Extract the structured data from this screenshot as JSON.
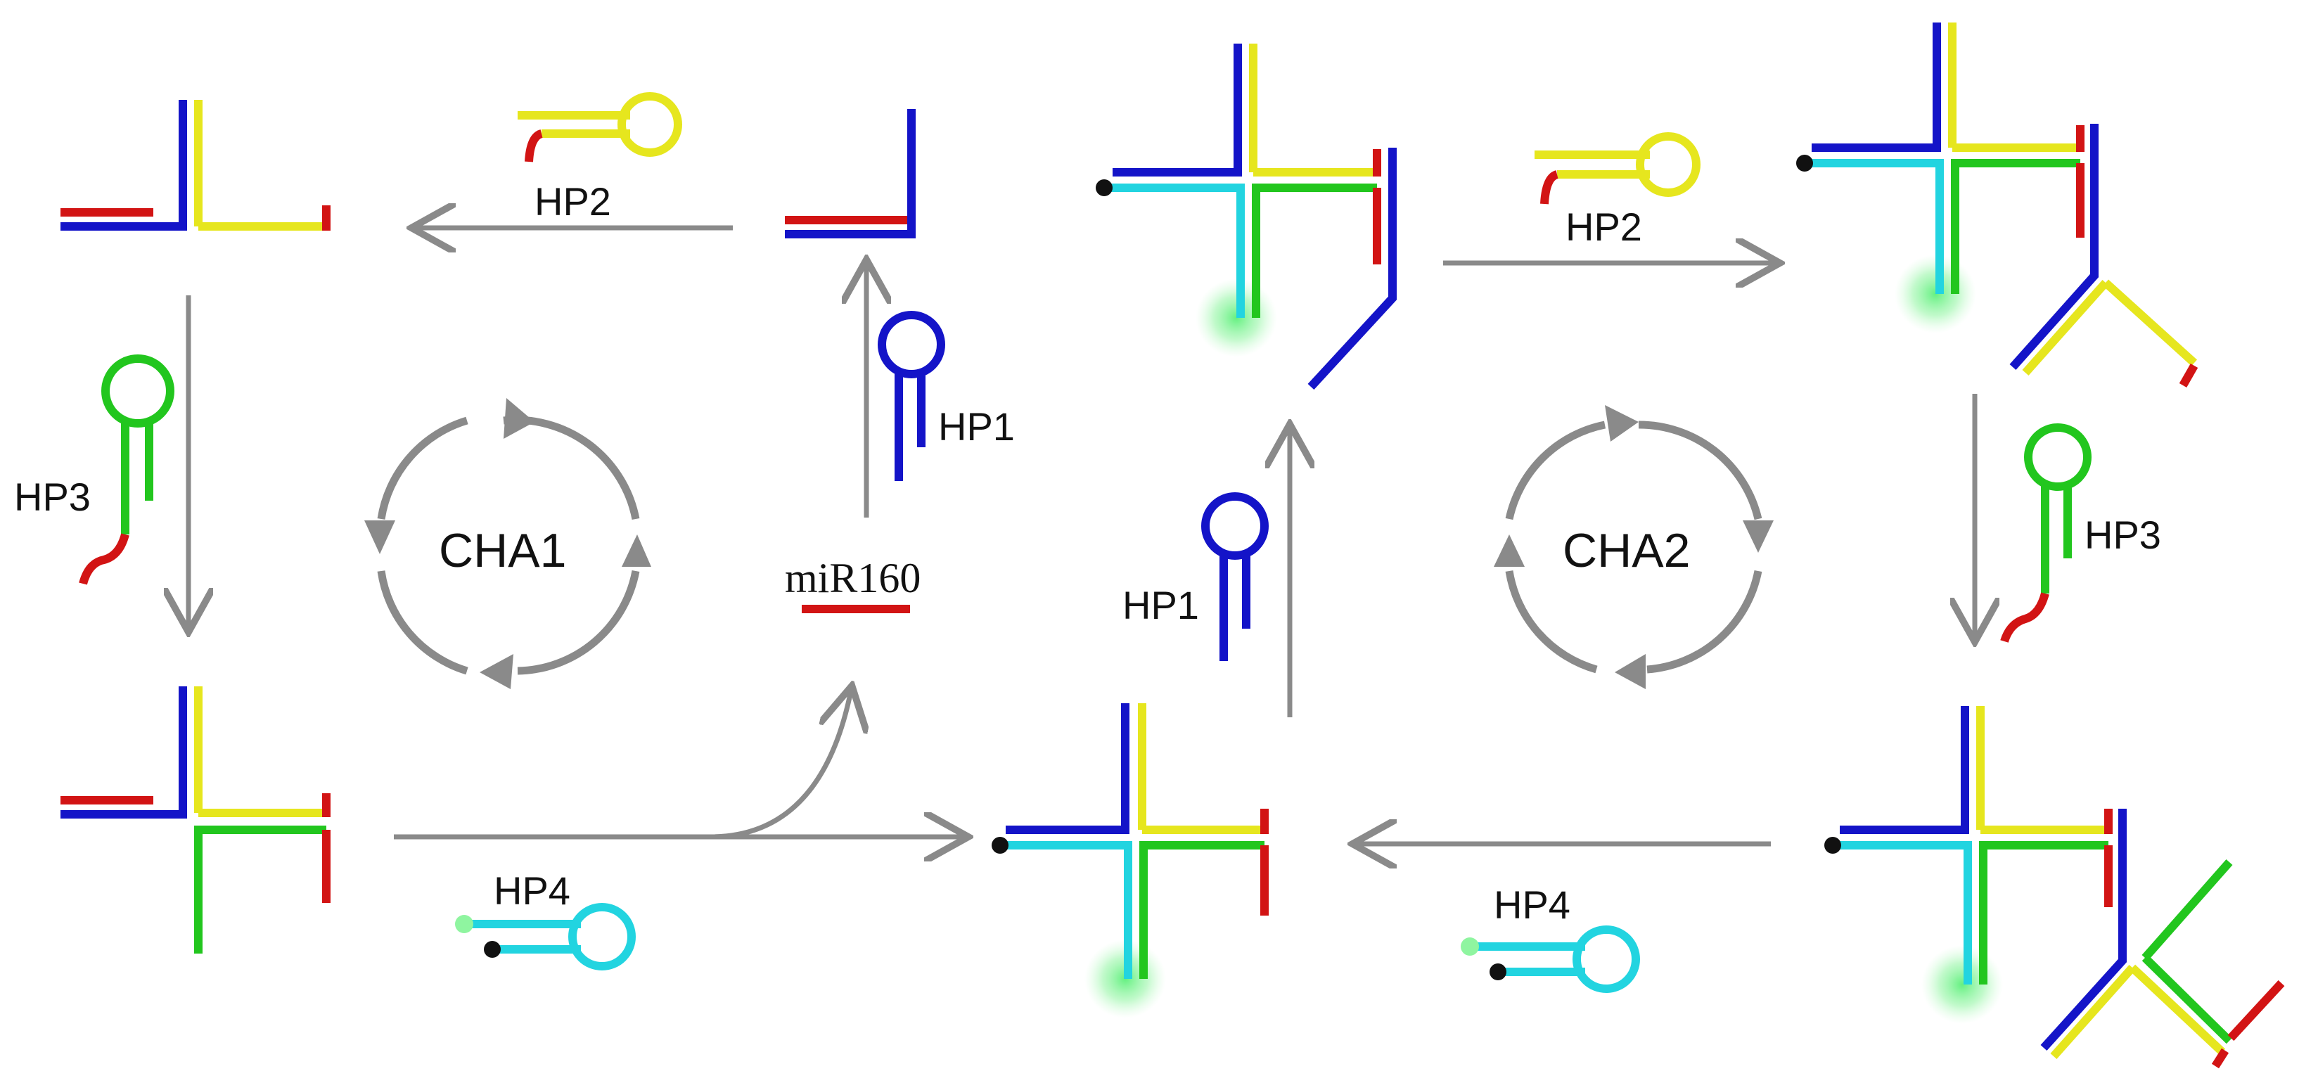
{
  "labels": {
    "hp1": "HP1",
    "hp2": "HP2",
    "hp3": "HP3",
    "hp4": "HP4",
    "cha1": "CHA1",
    "cha2": "CHA2",
    "target": "miR160"
  },
  "colors": {
    "hp1_strand": "#1414c8",
    "hp2_strand": "#e6e61e",
    "hp3_strand": "#22c61e",
    "hp4_strand": "#22d4e0",
    "target_strand": "#d21414",
    "arrow": "#8a8a8a",
    "quencher": "#111111",
    "fluorescence_glow": "#5cf07a"
  }
}
